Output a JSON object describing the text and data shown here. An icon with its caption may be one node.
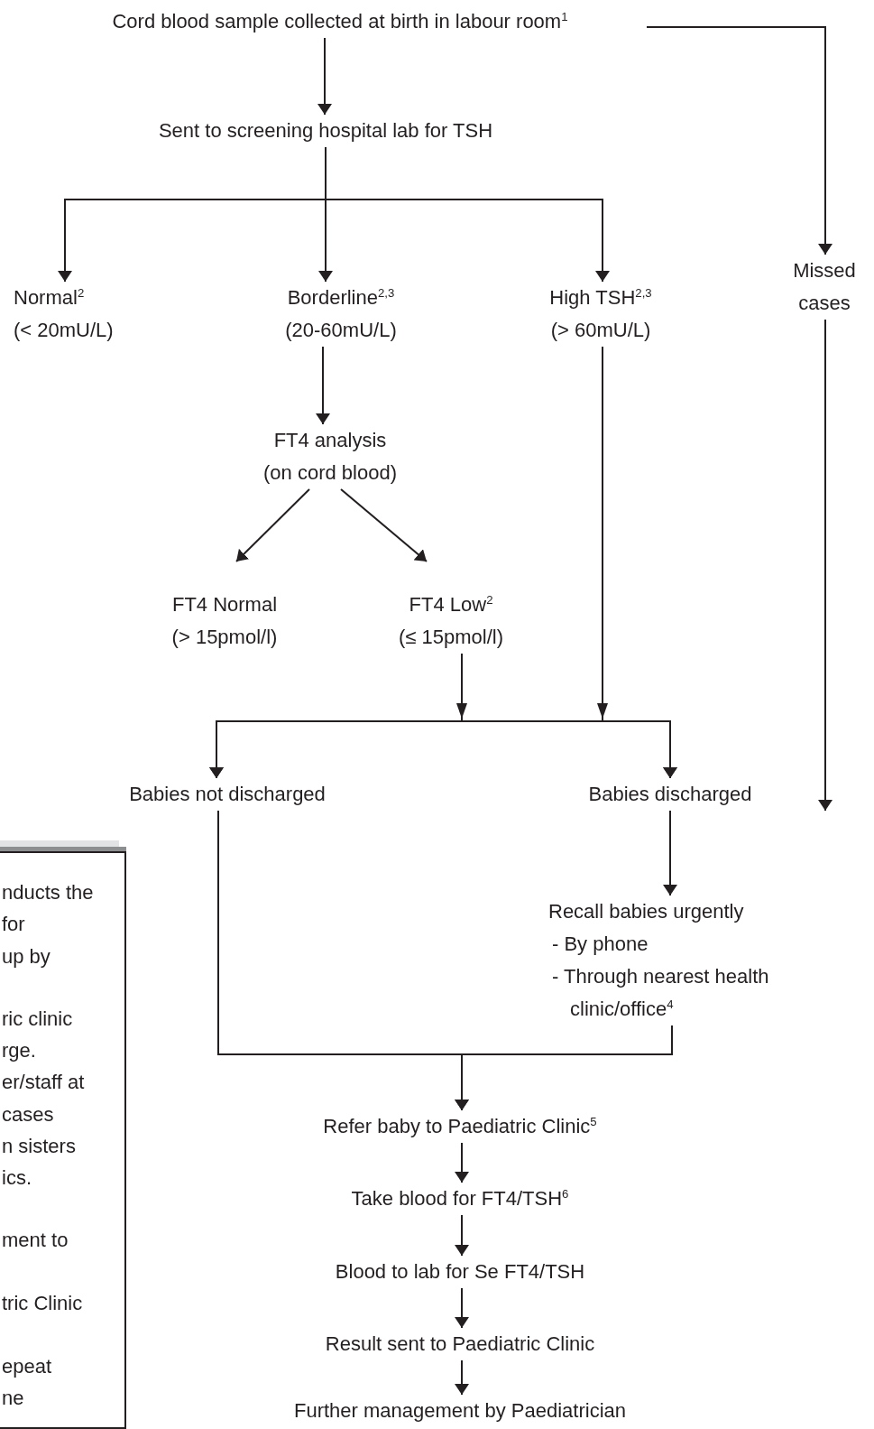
{
  "diagram": {
    "nodes": [
      {
        "text": [
          "Cord blood sample collected at birth in labour room$^{1}$"
        ]
      },
      {
        "text": [
          "Sent to screening hospital lab for TSH"
        ]
      },
      {
        "text": [
          "Normal$^{2}$",
          "(< 20mU/L)"
        ]
      },
      {
        "text": [
          "Borderline$^{2,3}$",
          "(20-60mU/L)"
        ]
      },
      {
        "text": [
          "High TSH$^{2,3}$",
          "(> 60mU/L)"
        ]
      },
      {
        "text": [
          "Missed cases"
        ]
      },
      {
        "text": [
          "FT4 analysis",
          "(on cord blood)"
        ]
      },
      {
        "text": [
          "FT4 Normal",
          "(> 15pmol/l)"
        ]
      },
      {
        "text": [
          "FT4 Low$^{2}$",
          "(≤ 15pmol/l)"
        ]
      },
      {
        "text": [
          "Babies not discharged"
        ]
      },
      {
        "text": [
          "Babies discharged"
        ]
      },
      {
        "text": [
          "Recall babies urgently",
          "- By phone",
          "- Through nearest health clinic/office$^{4}$"
        ]
      },
      {
        "text": [
          "Refer baby to Paediatric Clinic$^{5}$"
        ]
      },
      {
        "text": [
          "Take blood for FT4/TSH$^{6}$"
        ]
      },
      {
        "text": [
          "Blood to lab for Se FT4/TSH"
        ]
      },
      {
        "text": [
          "Result sent to Paediatric Clinic"
        ]
      },
      {
        "text": [
          "Further management by Paediatrician"
        ]
      },
      {
        "text": [
          "nducts the",
          "for",
          "up by",
          "ric clinic",
          "rge.",
          "er/staff at",
          "cases",
          "n sisters",
          "ics.",
          "ment to",
          "tric Clinic",
          "epeat",
          "ne"
        ]
      }
    ],
    "edges": [
      {
        "from": 0,
        "to": 1,
        "arrow": "to"
      },
      {
        "from": 1,
        "to": 2,
        "arrow": "to"
      },
      {
        "from": 1,
        "to": 3,
        "arrow": "to"
      },
      {
        "from": 1,
        "to": 4,
        "arrow": "to"
      },
      {
        "from": 0,
        "to": 5,
        "arrow": "to"
      },
      {
        "from": 3,
        "to": 6,
        "arrow": "to"
      },
      {
        "from": 6,
        "to": 7,
        "arrow": "to"
      },
      {
        "from": 6,
        "to": 8,
        "arrow": "to"
      },
      {
        "from": 8,
        "to": 9,
        "arrow": "to"
      },
      {
        "from": 8,
        "to": 10,
        "arrow": "to"
      },
      {
        "from": 4,
        "to": 9,
        "arrow": "to"
      },
      {
        "from": 4,
        "to": 10,
        "arrow": "to"
      },
      {
        "from": 10,
        "to": 11,
        "arrow": "to"
      },
      {
        "from": 5,
        "to": null,
        "arrow": "to"
      },
      {
        "from": 9,
        "to": 12,
        "arrow": "to"
      },
      {
        "from": 11,
        "to": 12,
        "arrow": "to"
      },
      {
        "from": 12,
        "to": 13,
        "arrow": "to"
      },
      {
        "from": 13,
        "to": 14,
        "arrow": "to"
      },
      {
        "from": 14,
        "to": 15,
        "arrow": "to"
      },
      {
        "from": 15,
        "to": 16,
        "arrow": "to"
      }
    ]
  }
}
